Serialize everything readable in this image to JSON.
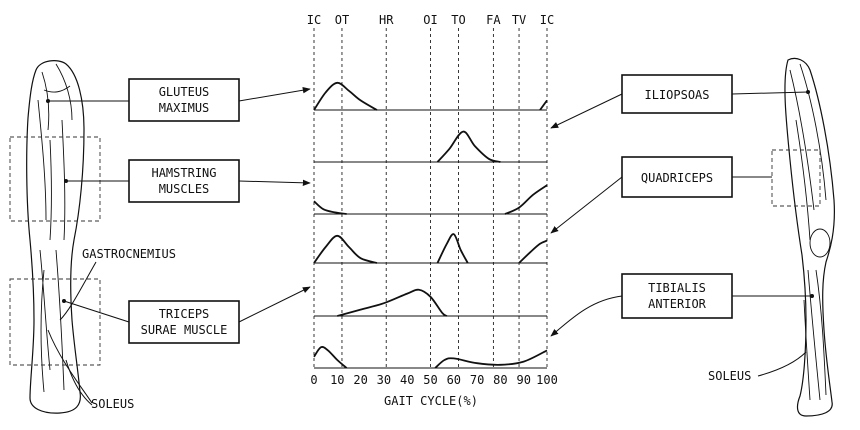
{
  "phase_labels": [
    "IC",
    "OT",
    "HR",
    "OI",
    "TO",
    "FA",
    "TV",
    "IC"
  ],
  "x_ticks": [
    "0",
    "10",
    "20",
    "30",
    "40",
    "50",
    "60",
    "70",
    "80",
    "90",
    "100"
  ],
  "x_axis_label": "GAIT CYCLE(%)",
  "left_boxes": [
    {
      "line1": "GLUTEUS",
      "line2": "MAXIMUS"
    },
    {
      "line1": "HAMSTRING",
      "line2": "MUSCLES"
    },
    {
      "line1": "TRICEPS",
      "line2": "SURAE MUSCLE"
    }
  ],
  "right_boxes": [
    {
      "line1": "ILIOPSOAS",
      "line2": ""
    },
    {
      "line1": "QUADRICEPS",
      "line2": ""
    },
    {
      "line1": "TIBIALIS",
      "line2": "ANTERIOR"
    }
  ],
  "figure_labels": {
    "gastrocnemius": "GASTROCNEMIUS",
    "soleus_left": "SOLEUS",
    "soleus_right": "SOLEUS"
  },
  "muscle_activity": [
    {
      "row": 1,
      "segments": [
        [
          [
            0,
            0
          ],
          [
            5,
            0.55
          ],
          [
            10,
            0.85
          ],
          [
            15,
            0.6
          ],
          [
            20,
            0.3
          ],
          [
            27,
            0
          ]
        ],
        [
          [
            97,
            0
          ],
          [
            100,
            0.3
          ]
        ]
      ]
    },
    {
      "row": 2,
      "segments": [
        [
          [
            53,
            0
          ],
          [
            58,
            0.4
          ],
          [
            64,
            0.95
          ],
          [
            69,
            0.5
          ],
          [
            75,
            0.1
          ],
          [
            80,
            0
          ]
        ]
      ]
    },
    {
      "row": 3,
      "segments": [
        [
          [
            0,
            0.4
          ],
          [
            4,
            0.15
          ],
          [
            9,
            0.05
          ],
          [
            14,
            0
          ]
        ],
        [
          [
            82,
            0
          ],
          [
            88,
            0.2
          ],
          [
            94,
            0.6
          ],
          [
            100,
            0.9
          ]
        ]
      ]
    },
    {
      "row": 4,
      "segments": [
        [
          [
            0,
            0
          ],
          [
            5,
            0.5
          ],
          [
            10,
            0.85
          ],
          [
            15,
            0.5
          ],
          [
            20,
            0.15
          ],
          [
            27,
            0
          ]
        ],
        [
          [
            53,
            0
          ],
          [
            57,
            0.6
          ],
          [
            60,
            0.9
          ],
          [
            63,
            0.4
          ],
          [
            66,
            0
          ]
        ],
        [
          [
            88,
            0
          ],
          [
            93,
            0.35
          ],
          [
            97,
            0.6
          ],
          [
            100,
            0.7
          ]
        ]
      ]
    },
    {
      "row": 5,
      "segments": [
        [
          [
            10,
            0
          ],
          [
            20,
            0.2
          ],
          [
            30,
            0.4
          ],
          [
            40,
            0.7
          ],
          [
            45,
            0.82
          ],
          [
            50,
            0.6
          ],
          [
            55,
            0.1
          ],
          [
            57,
            0
          ]
        ]
      ]
    },
    {
      "row": 6,
      "segments": [
        [
          [
            0,
            0.35
          ],
          [
            3,
            0.65
          ],
          [
            6,
            0.55
          ],
          [
            10,
            0.25
          ],
          [
            14,
            0
          ]
        ],
        [
          [
            52,
            0
          ],
          [
            56,
            0.25
          ],
          [
            60,
            0.3
          ],
          [
            70,
            0.15
          ],
          [
            80,
            0.1
          ],
          [
            90,
            0.2
          ],
          [
            100,
            0.55
          ]
        ]
      ]
    }
  ]
}
